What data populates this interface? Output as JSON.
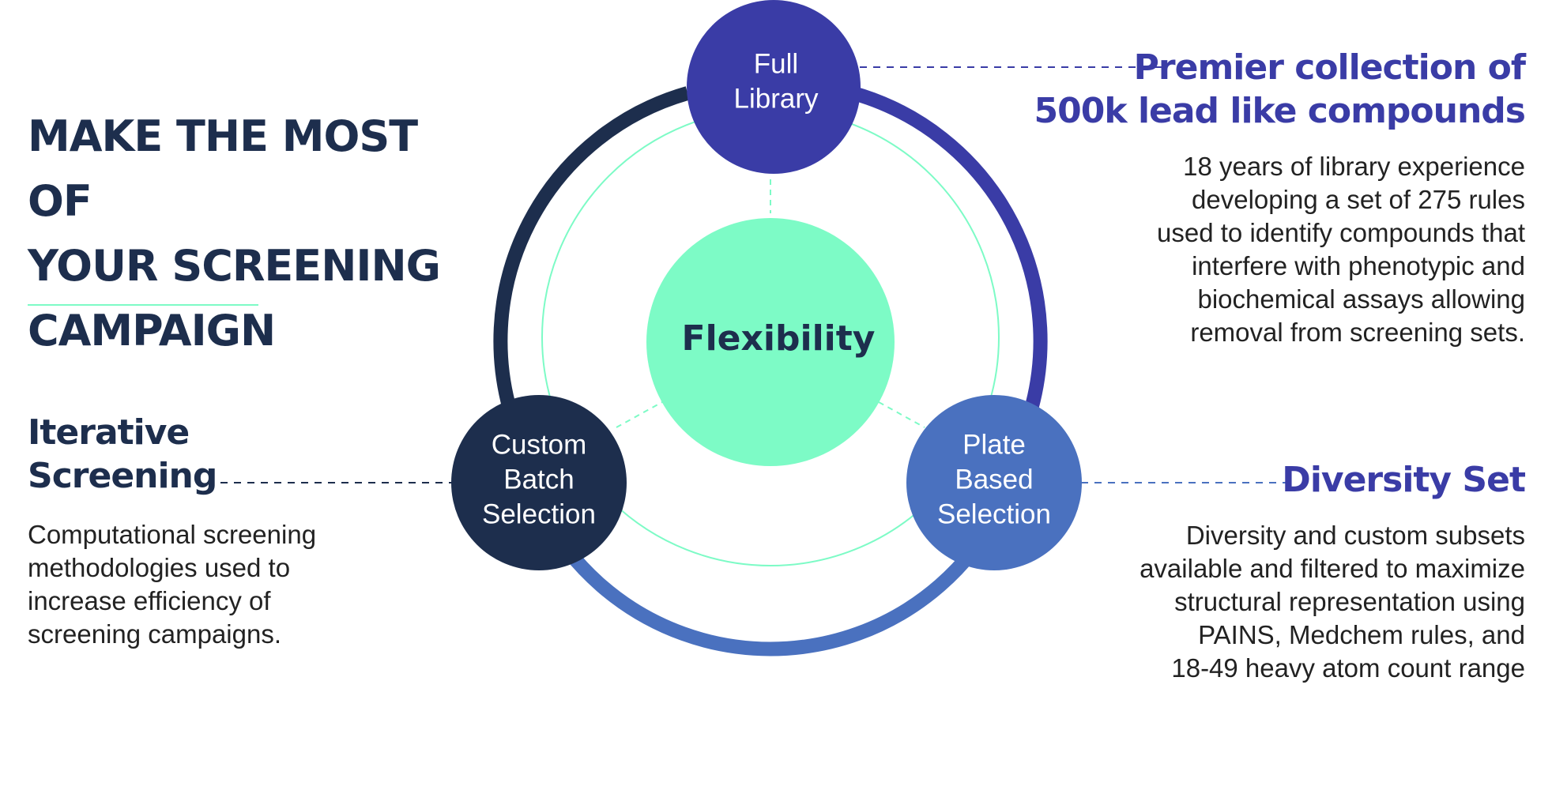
{
  "title": {
    "line1": "MAKE THE MOST OF",
    "line2": "YOUR SCREENING",
    "line3": "CAMPAIGN"
  },
  "center": {
    "label": "Flexibility"
  },
  "nodes": {
    "full_library": {
      "line1": "Full",
      "line2": "Library"
    },
    "custom_batch": {
      "line1": "Custom",
      "line2": "Batch",
      "line3": "Selection"
    },
    "plate_based": {
      "line1": "Plate",
      "line2": "Based",
      "line3": "Selection"
    }
  },
  "sections": {
    "premier": {
      "heading_line1": "Premier collection of",
      "heading_line2": "500k lead like compounds",
      "lines": [
        "18 years of library experience",
        "developing a set of 275 rules",
        "used to identify compounds that",
        "interfere with phenotypic and",
        "biochemical assays allowing",
        "removal from screening sets."
      ]
    },
    "iterative": {
      "heading_line1": "Iterative",
      "heading_line2": "Screening",
      "lines": [
        "Computational screening",
        "methodologies used to",
        "increase efficiency of",
        "screening campaigns."
      ]
    },
    "diversity": {
      "heading": "Diversity Set",
      "lines": [
        "Diversity and custom subsets",
        "available and filtered to maximize",
        "structural representation using",
        "PAINS, Medchem rules, and",
        "18-49 heavy atom count range"
      ]
    }
  },
  "colors": {
    "navy": "#1d2e4d",
    "indigo": "#3a3ca6",
    "blue": "#4a71bf",
    "mint": "#7dfbc6",
    "text": "#222222"
  }
}
